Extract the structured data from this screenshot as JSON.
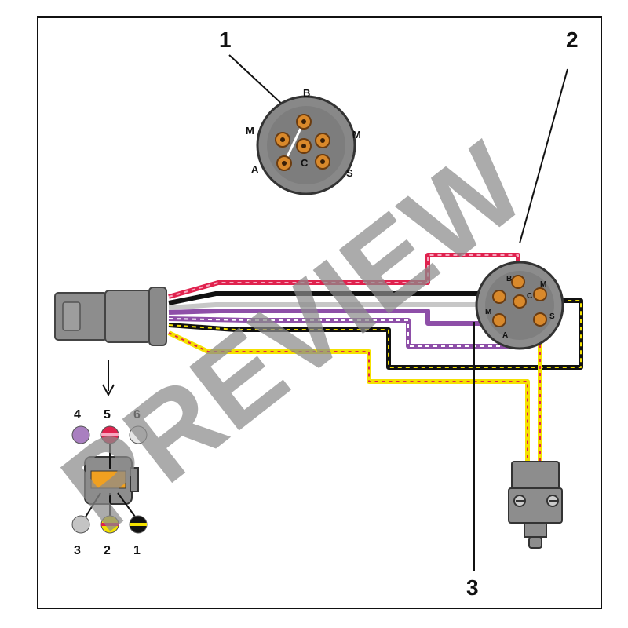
{
  "callouts": {
    "c1": "1",
    "c2": "2",
    "c3": "3"
  },
  "top_connector_pins": {
    "b": "B",
    "m_left": "M",
    "m_right": "M",
    "a": "A",
    "c": "C",
    "s": "S"
  },
  "right_connector_pins": {
    "b": "B",
    "m_top": "M",
    "c": "C",
    "m_left": "M",
    "a": "A",
    "s": "S"
  },
  "harness_pin_numbers": {
    "p1": "1",
    "p2": "2",
    "p3": "3",
    "p4": "4",
    "p5": "5",
    "p6": "6"
  },
  "watermark": "PREVIEW",
  "colors": {
    "wire_red": "#e0224e",
    "wire_pink": "#f07aa0",
    "wire_black": "#111111",
    "wire_gray": "#bdbdbd",
    "wire_purple": "#8e4fa8",
    "wire_yellow": "#f4e100",
    "connector_gray": "#8a8a8a",
    "pin_orange": "#d9892b"
  }
}
